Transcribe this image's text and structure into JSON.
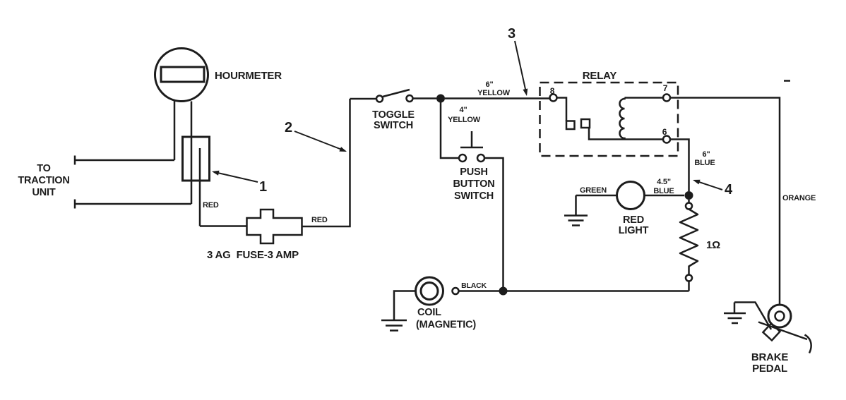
{
  "background": "#ffffff",
  "ink_color": "#1c1c1c",
  "components": {
    "hourmeter": {
      "label": "HOURMETER"
    },
    "traction_unit": {
      "label_lines": [
        "TO",
        "TRACTION",
        "UNIT"
      ]
    },
    "connector_block": {
      "callout": "1"
    },
    "red_wire_in": {
      "color": "RED"
    },
    "fuse": {
      "label": "3 AG  FUSE-3 AMP"
    },
    "red_wire_out": {
      "color": "RED"
    },
    "toggle_switch": {
      "label_lines": [
        "TOGGLE",
        "SWITCH"
      ],
      "callout": "2"
    },
    "yellow_wire_6": {
      "length": "6\"",
      "color": "YELLOW",
      "callout": "3"
    },
    "yellow_wire_4": {
      "length": "4\"",
      "color": "YELLOW"
    },
    "push_button_switch": {
      "label_lines": [
        "PUSH",
        "BUTTON",
        "SWITCH"
      ]
    },
    "relay": {
      "label": "RELAY",
      "terminal_8": "8",
      "terminal_7": "7",
      "terminal_6": "6"
    },
    "blue_wire_6": {
      "length": "6\"",
      "color": "BLUE",
      "callout": "4"
    },
    "blue_wire_45": {
      "length": "4.5\"",
      "color": "BLUE"
    },
    "green_wire": {
      "color": "GREEN"
    },
    "red_light": {
      "label_lines": [
        "RED",
        "LIGHT"
      ]
    },
    "resistor": {
      "value": "1Ω"
    },
    "black_wire": {
      "color": "BLACK"
    },
    "coil": {
      "label_lines": [
        "COIL",
        "(MAGNETIC)"
      ]
    },
    "orange_wire": {
      "color": "ORANGE"
    },
    "brake_pedal": {
      "label_lines": [
        "BRAKE",
        "PEDAL"
      ]
    }
  }
}
